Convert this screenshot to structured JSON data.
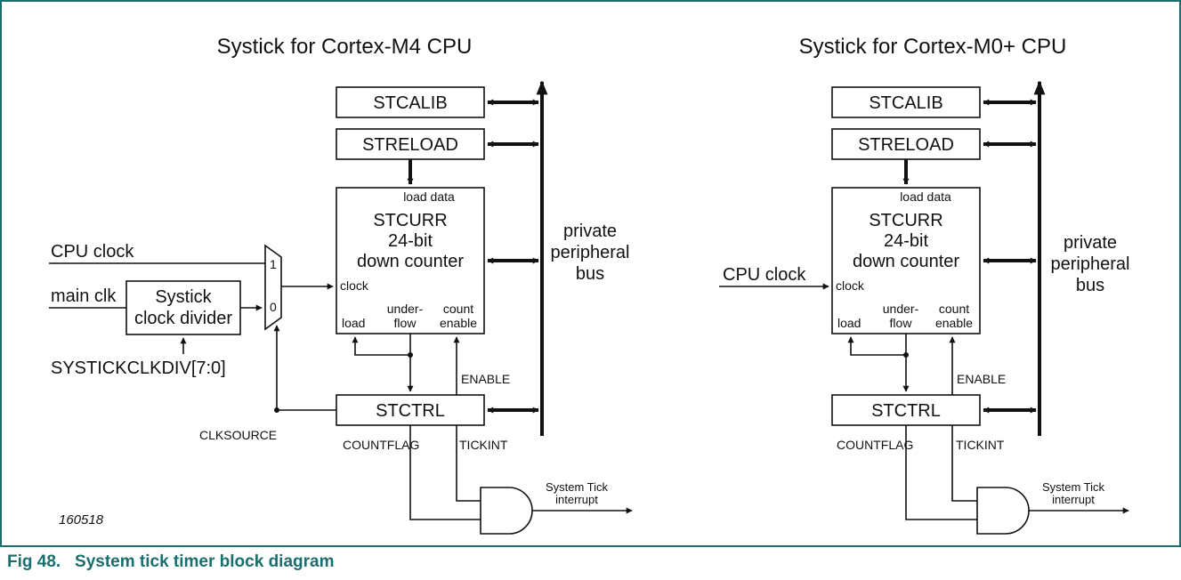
{
  "figure": {
    "id": "160518",
    "caption_number": "Fig 48.",
    "caption_title": "System tick timer block diagram"
  },
  "diagrams": [
    {
      "title": "Systick for Cortex-M4 CPU",
      "registers": {
        "stcalib": "STCALIB",
        "streload": "STRELOAD",
        "stctrl": "STCTRL"
      },
      "counter": {
        "name": "STCURR",
        "line2": "24-bit",
        "line3": "down counter",
        "load_data": "load data",
        "clock": "clock",
        "load": "load",
        "underflow_1": "under-",
        "underflow_2": "flow",
        "count_1": "count",
        "count_2": "enable"
      },
      "bus": {
        "line1": "private",
        "line2": "peripheral",
        "line3": "bus"
      },
      "signals": {
        "cpu_clock": "CPU clock",
        "main_clk": "main clk",
        "enable": "ENABLE",
        "countflag": "COUNTFLAG",
        "tickint": "TICKINT",
        "clksource": "CLKSOURCE",
        "sysclkdiv": "SYSTICKCLKDIV[7:0]",
        "interrupt_1": "System Tick",
        "interrupt_2": "interrupt"
      },
      "divider": {
        "line1": "Systick",
        "line2": "clock divider"
      },
      "mux": {
        "in1": "1",
        "in0": "0"
      }
    },
    {
      "title": "Systick for Cortex-M0+ CPU",
      "registers": {
        "stcalib": "STCALIB",
        "streload": "STRELOAD",
        "stctrl": "STCTRL"
      },
      "counter": {
        "name": "STCURR",
        "line2": "24-bit",
        "line3": "down counter",
        "load_data": "load data",
        "clock": "clock",
        "load": "load",
        "underflow_1": "under-",
        "underflow_2": "flow",
        "count_1": "count",
        "count_2": "enable"
      },
      "bus": {
        "line1": "private",
        "line2": "peripheral",
        "line3": "bus"
      },
      "signals": {
        "cpu_clock": "CPU clock",
        "enable": "ENABLE",
        "countflag": "COUNTFLAG",
        "tickint": "TICKINT",
        "interrupt_1": "System Tick",
        "interrupt_2": "interrupt"
      }
    }
  ],
  "colors": {
    "frame": "#1a6e6e",
    "caption": "#1a6e6e",
    "line": "#111111"
  }
}
